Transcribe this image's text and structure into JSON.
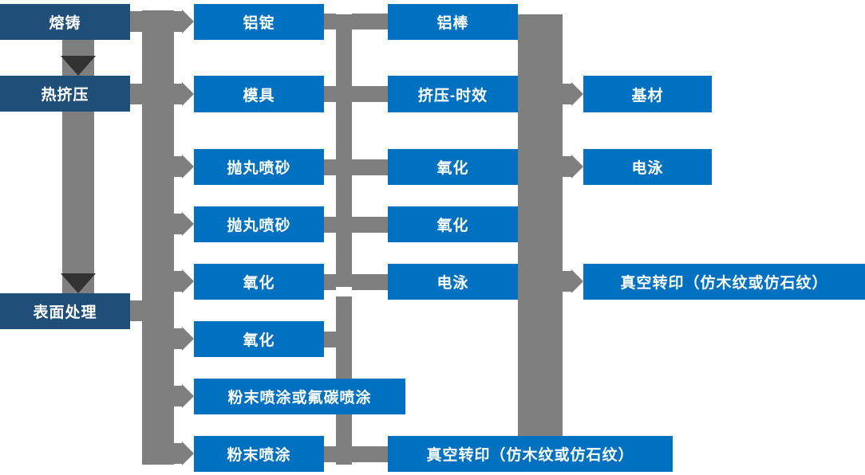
{
  "colors": {
    "dark-box": "#1F4E79",
    "blue-box": "#0070C0",
    "connector": "#7F7F7F",
    "arrow-dark": "#333333",
    "text": "#FFFFFF"
  },
  "nodes": {
    "melting": "熔铸",
    "hot_extrusion": "热挤压",
    "surface_treatment": "表面处理",
    "aluminum_ingot": "铝锭",
    "mold": "模具",
    "shot_blasting_1": "抛丸喷砂",
    "shot_blasting_2": "抛丸喷砂",
    "oxidation_c2a": "氧化",
    "oxidation_c2b": "氧化",
    "powder_or_fluorocarbon": "粉末喷涂或氟碳喷涂",
    "powder_coating": "粉末喷涂",
    "aluminum_rod": "铝棒",
    "extrusion_aging": "挤压-时效",
    "oxidation_c3a": "氧化",
    "oxidation_c3b": "氧化",
    "electrophoresis_c3": "电泳",
    "vacuum_transfer_bottom": "真空转印（仿木纹或仿石纹）",
    "base_material": "基材",
    "electrophoresis_c4": "电泳",
    "vacuum_transfer_right": "真空转印（仿木纹或仿石纹）"
  }
}
